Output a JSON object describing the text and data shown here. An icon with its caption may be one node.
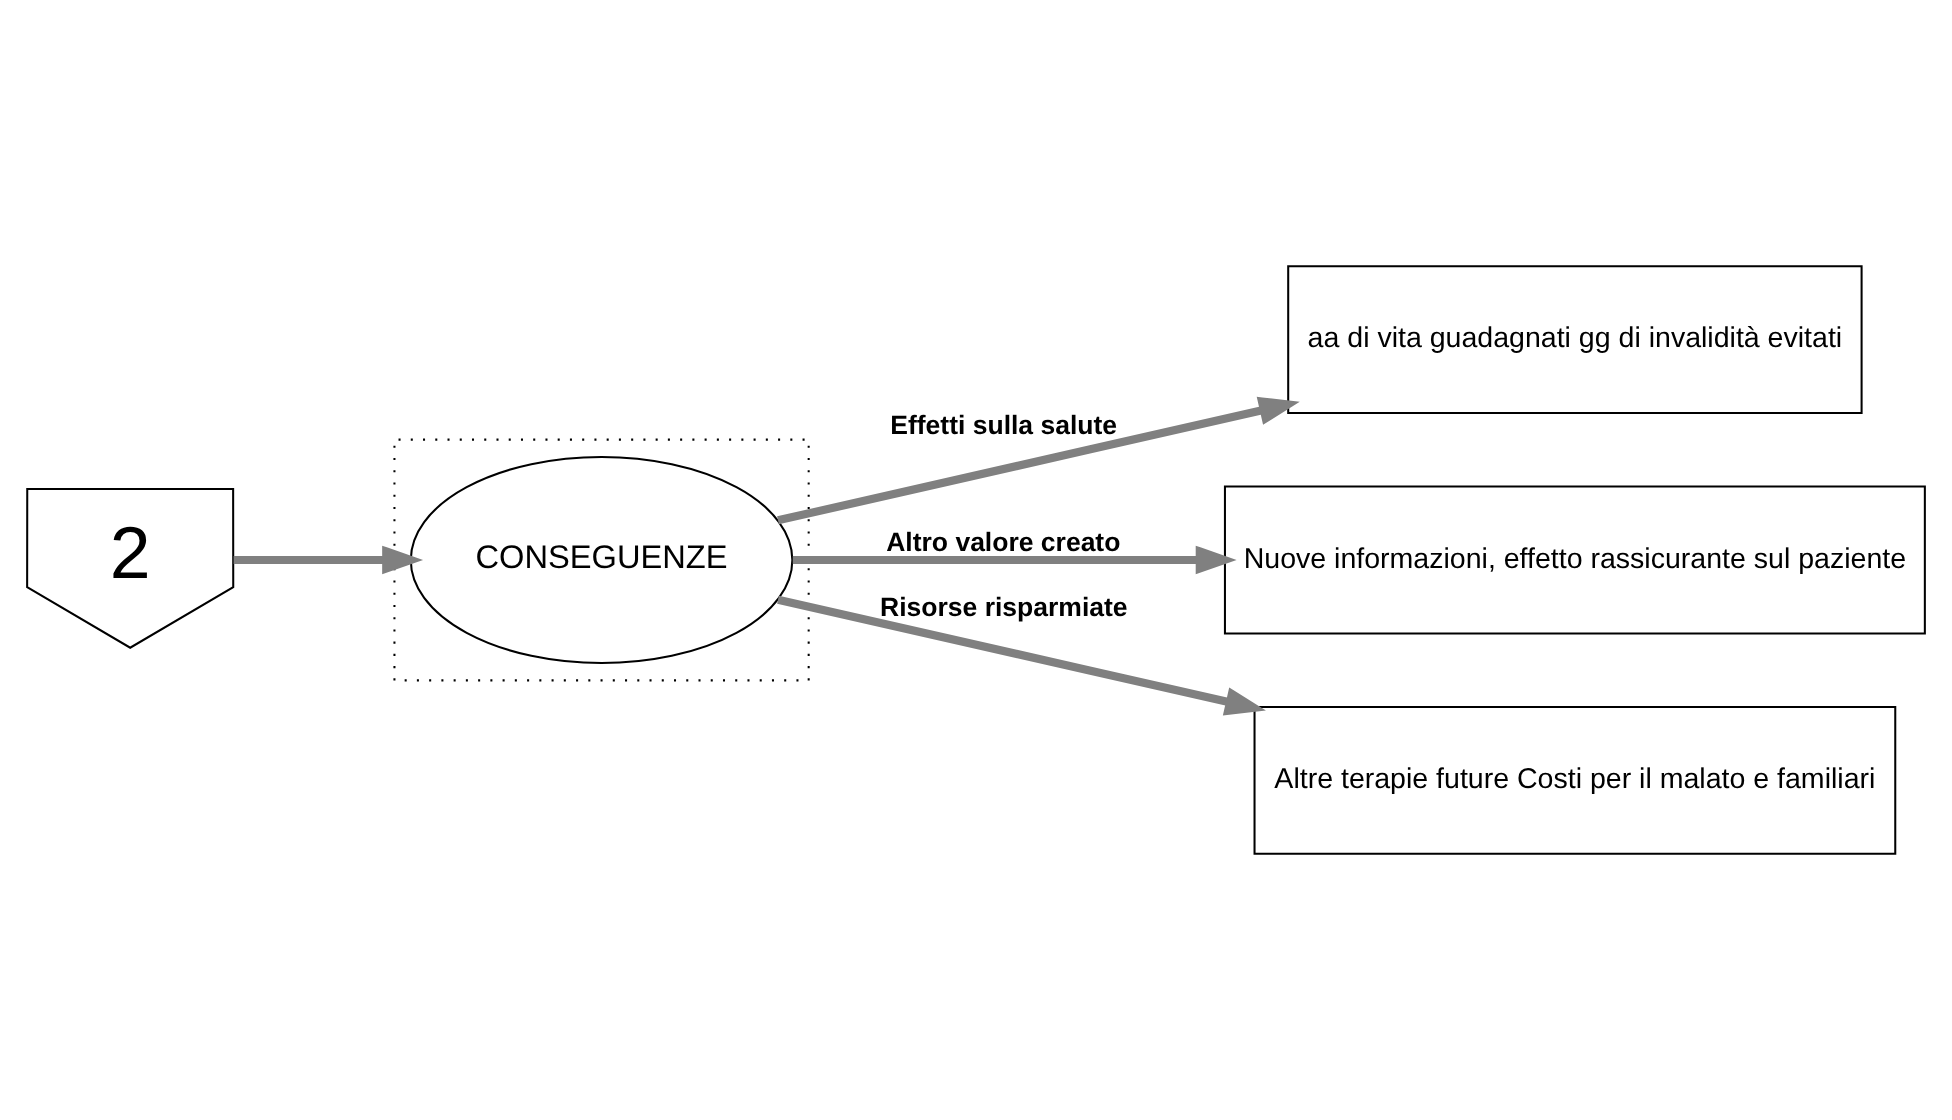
{
  "diagram": {
    "nodes": [
      {
        "text": [
          "2"
        ]
      },
      {
        "text": [],
        "shape": "box"
      },
      {
        "text": [
          "CONSEGUENZE"
        ],
        "in": 1
      },
      {
        "text": [
          "aa di vita guadagnati gg di invalidità evitati"
        ]
      },
      {
        "text": [
          "Nuove informazioni, effetto rassicurante sul paziente"
        ]
      },
      {
        "text": [
          "Altre terapie future Costi per il malato e familiari"
        ]
      }
    ],
    "edges": [
      {
        "from": 0,
        "to": 2,
        "arrow": "to"
      },
      {
        "from": 2,
        "to": 3,
        "arrow": "to",
        "label": "Effetti sulla salute"
      },
      {
        "from": 2,
        "to": 4,
        "arrow": "to",
        "label": "Altro valore creato"
      },
      {
        "from": 2,
        "to": 5,
        "arrow": "to",
        "label": "Risorse risparmiate"
      }
    ]
  }
}
